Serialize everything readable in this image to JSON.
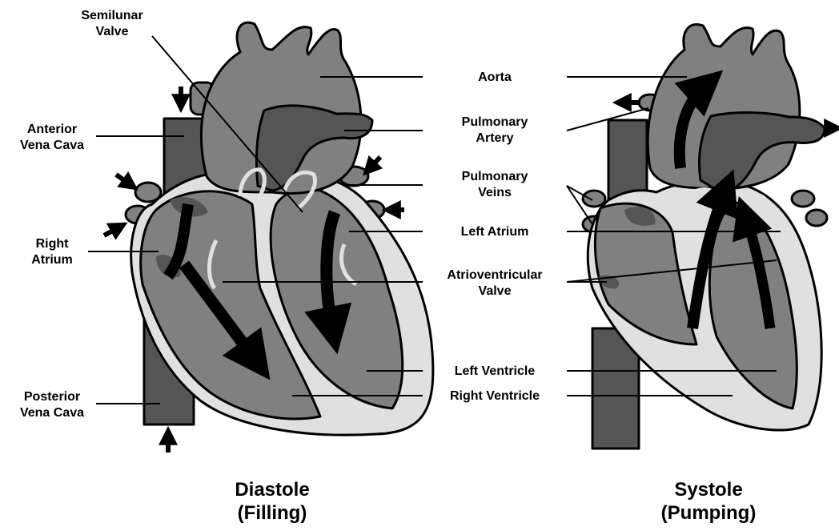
{
  "figure": {
    "panels": [
      {
        "caption": "Diastole\n(Filling)"
      },
      {
        "caption": "Systole\n(Pumping)"
      }
    ],
    "labels": {
      "semilunar_valve": "Semilunar\nValve",
      "anterior_vena_cava": "Anterior\nVena Cava",
      "right_atrium": "Right\nAtrium",
      "posterior_vena_cava": "Posterior\nVena Cava",
      "aorta": "Aorta",
      "pulmonary_artery": "Pulmonary\nArtery",
      "pulmonary_veins": "Pulmonary\nVeins",
      "left_atrium": "Left Atrium",
      "atrioventricular_valve": "Atrioventricular\nValve",
      "left_ventricle": "Left Ventricle",
      "right_ventricle": "Right Ventricle"
    },
    "colors": {
      "dark": "#555555",
      "medium": "#808080",
      "light": "#c8c8c8",
      "very_light": "#e0e0e0",
      "blood_flow": "#000000"
    }
  }
}
